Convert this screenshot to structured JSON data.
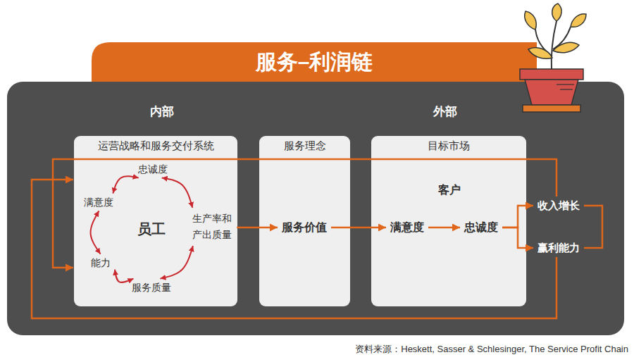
{
  "diagram": {
    "title": "服务–利润链",
    "caption": "资料来源：Heskett, Sasser & Schlesinger, The Service Profit Chain",
    "nodes": [
      {
        "text": [
          "运营战略和服务交付系统"
        ]
      },
      {
        "text": [
          "忠诚度"
        ],
        "in": 0
      },
      {
        "text": [
          "满意度"
        ],
        "in": 0
      },
      {
        "text": [
          "员工"
        ],
        "in": 0
      },
      {
        "text": [
          "生产率和 产出质量"
        ],
        "in": 0
      },
      {
        "text": [
          "能力"
        ],
        "in": 0
      },
      {
        "text": [
          "服务质量"
        ],
        "in": 0
      },
      {
        "text": [
          "服务理念"
        ]
      },
      {
        "text": [
          "服务价值"
        ],
        "in": 7
      },
      {
        "text": [
          "目标市场"
        ]
      },
      {
        "text": [
          "客户"
        ],
        "in": 9
      },
      {
        "text": [
          "满意度"
        ],
        "in": 9
      },
      {
        "text": [
          "忠诚度"
        ],
        "in": 9
      },
      {
        "text": [
          "收入增长"
        ]
      },
      {
        "text": [
          "赢利能力"
        ]
      }
    ],
    "edges": [
      {
        "from": 1,
        "to": 4,
        "arrow": "both"
      },
      {
        "from": 4,
        "to": 6,
        "arrow": "both"
      },
      {
        "from": 6,
        "to": 5,
        "arrow": "both"
      },
      {
        "from": 5,
        "to": 2,
        "arrow": "both"
      },
      {
        "from": 2,
        "to": 1,
        "arrow": "both"
      },
      {
        "from": 4,
        "to": 8,
        "arrow": "to"
      },
      {
        "from": 8,
        "to": 11,
        "arrow": "to"
      },
      {
        "from": 11,
        "to": 12,
        "arrow": "to"
      },
      {
        "from": 12,
        "to": 13,
        "arrow": "to"
      },
      {
        "from": 12,
        "to": 14,
        "arrow": "to"
      },
      {
        "from": 13,
        "to": 0,
        "arrow": "to"
      },
      {
        "from": 14,
        "to": 0,
        "arrow": "to"
      },
      {
        "from": 13,
        "to": 14,
        "arrow": "none"
      }
    ],
    "labels": [
      "内部",
      "外部"
    ]
  }
}
